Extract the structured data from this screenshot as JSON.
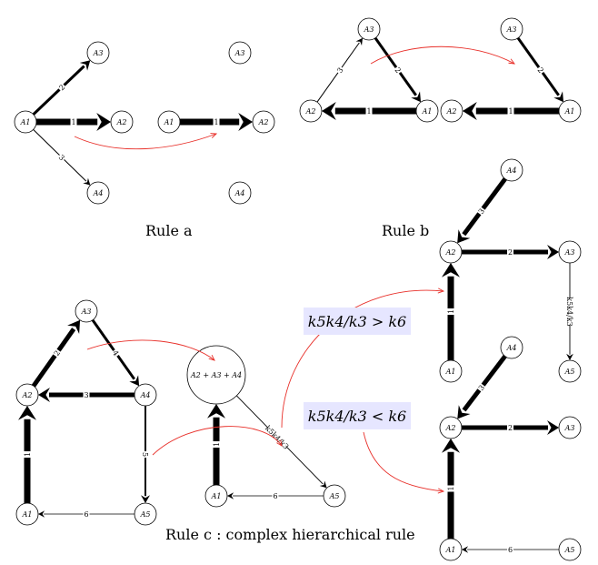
{
  "captions": {
    "rule_a": "Rule a",
    "rule_b": "Rule b",
    "rule_c": "Rule c : complex hierarchical rule"
  },
  "conditions": {
    "greater": "k5k4/k3 > k6",
    "less": "k5k4/k3 < k6"
  },
  "edge_label_rate": "k5k4/k3",
  "colors": {
    "arrow": "#000000",
    "transform_arrow": "#e8302a",
    "condition_box": "#e6e6ff"
  },
  "rule_a": {
    "left": {
      "nodes": [
        "A1",
        "A2",
        "A3",
        "A4"
      ],
      "edges": [
        {
          "from": "A1",
          "to": "A2",
          "label": "1",
          "weight": "heavy"
        },
        {
          "from": "A1",
          "to": "A3",
          "label": "2",
          "weight": "medium"
        },
        {
          "from": "A1",
          "to": "A4",
          "label": "3",
          "weight": "thin"
        }
      ]
    },
    "right": {
      "nodes": [
        "A1",
        "A2",
        "A3",
        "A4"
      ],
      "edges": [
        {
          "from": "A1",
          "to": "A2",
          "label": "1",
          "weight": "heavy"
        }
      ]
    }
  },
  "rule_b": {
    "left": {
      "nodes": [
        "A1",
        "A2",
        "A3"
      ],
      "edges": [
        {
          "from": "A1",
          "to": "A2",
          "label": "1",
          "weight": "heavy"
        },
        {
          "from": "A3",
          "to": "A1",
          "label": "2",
          "weight": "medium"
        },
        {
          "from": "A2",
          "to": "A3",
          "label": "3",
          "weight": "thin"
        }
      ]
    },
    "right": {
      "nodes": [
        "A1",
        "A2",
        "A3"
      ],
      "edges": [
        {
          "from": "A1",
          "to": "A2",
          "label": "1",
          "weight": "heavy"
        },
        {
          "from": "A3",
          "to": "A1",
          "label": "2",
          "weight": "medium"
        }
      ]
    }
  },
  "rule_c": {
    "left": {
      "nodes": [
        "A1",
        "A2",
        "A3",
        "A4",
        "A5"
      ],
      "edges": [
        {
          "from": "A1",
          "to": "A2",
          "label": "1"
        },
        {
          "from": "A2",
          "to": "A3",
          "label": "2"
        },
        {
          "from": "A4",
          "to": "A2",
          "label": "3"
        },
        {
          "from": "A3",
          "to": "A4",
          "label": "4"
        },
        {
          "from": "A4",
          "to": "A5",
          "label": "5"
        },
        {
          "from": "A5",
          "to": "A1",
          "label": "6"
        }
      ]
    },
    "middle": {
      "nodes": [
        "A2 + A3 + A4",
        "A1",
        "A5"
      ],
      "edges": [
        {
          "from": "A1",
          "to": "A2 + A3 + A4",
          "label": "1"
        },
        {
          "from": "A2 + A3 + A4",
          "to": "A5",
          "label": "k5k4/k3"
        },
        {
          "from": "A5",
          "to": "A1",
          "label": "6"
        }
      ]
    },
    "result_greater": {
      "nodes": [
        "A1",
        "A2",
        "A3",
        "A4",
        "A5"
      ],
      "edges": [
        {
          "from": "A1",
          "to": "A2",
          "label": "1"
        },
        {
          "from": "A2",
          "to": "A3",
          "label": "2"
        },
        {
          "from": "A4",
          "to": "A2",
          "label": "3"
        },
        {
          "from": "A3",
          "to": "A5",
          "label": "k5k4/k3"
        }
      ]
    },
    "result_less": {
      "nodes": [
        "A1",
        "A2",
        "A3",
        "A4",
        "A5"
      ],
      "edges": [
        {
          "from": "A1",
          "to": "A2",
          "label": "1"
        },
        {
          "from": "A2",
          "to": "A3",
          "label": "2"
        },
        {
          "from": "A4",
          "to": "A2",
          "label": "3"
        },
        {
          "from": "A5",
          "to": "A1",
          "label": "6"
        }
      ]
    }
  }
}
